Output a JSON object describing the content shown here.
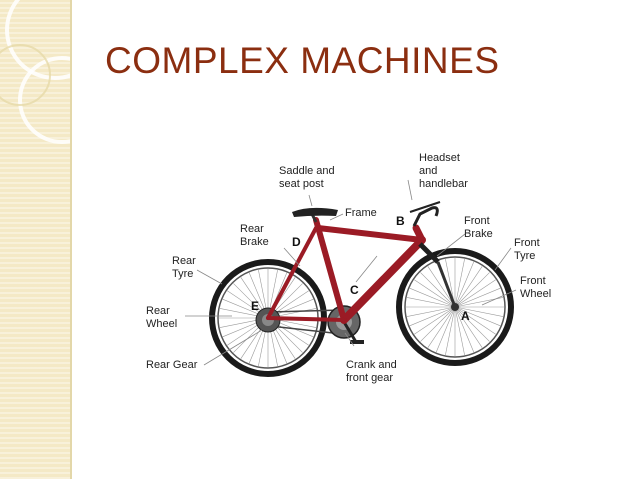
{
  "slide": {
    "title": "COMPLEX MACHINES",
    "colors": {
      "title": "#8b2e10",
      "strip": "#f4e9c6",
      "frame": "#9b1b25"
    }
  },
  "diagram": {
    "labels": {
      "saddle": [
        "Saddle and",
        "seat post"
      ],
      "headset": [
        "Headset",
        "and",
        "handlebar"
      ],
      "frame": "Frame",
      "rear_brake": [
        "Rear",
        "Brake"
      ],
      "front_brake": [
        "Front",
        "Brake"
      ],
      "rear_tyre": [
        "Rear",
        "Tyre"
      ],
      "front_tyre": [
        "Front",
        "Tyre"
      ],
      "rear_wheel": [
        "Rear",
        "Wheel"
      ],
      "front_wheel": [
        "Front",
        "Wheel"
      ],
      "rear_gear": "Rear Gear",
      "crank": [
        "Crank and",
        "front gear"
      ]
    },
    "markers": {
      "a": "A",
      "b": "B",
      "c": "C",
      "d": "D",
      "e": "E"
    }
  }
}
